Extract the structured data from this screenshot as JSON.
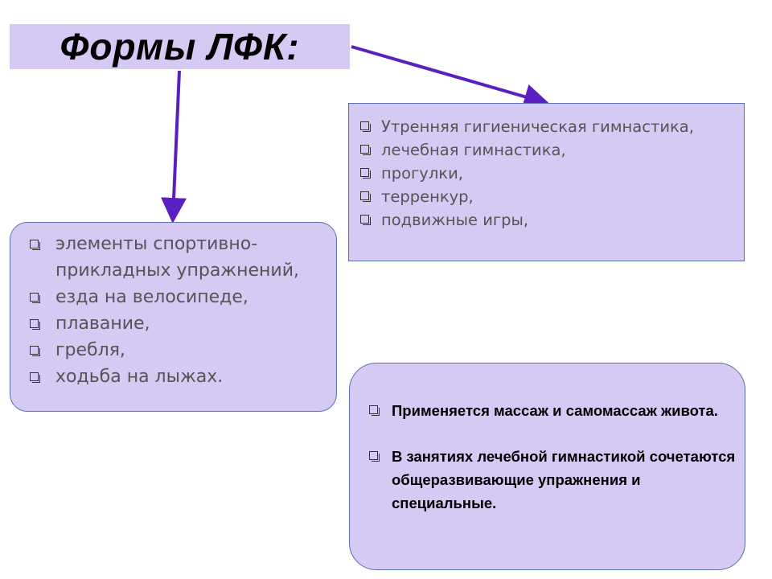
{
  "title": "Формы ЛФК:",
  "box_a": {
    "items": [
      "Утренняя гигиеническая гимнастика,",
      " лечебная гимнастика,",
      "прогулки,",
      "терренкур,",
      "подвижные игры,"
    ]
  },
  "box_b": {
    "items": [
      "элементы спортивно-прикладных упражнений,",
      "езда на велосипеде,",
      " плавание,",
      " гребля,",
      "ходьба на лыжах."
    ]
  },
  "box_c": {
    "items": [
      "Применяется массаж и самомассаж живота.",
      " В занятиях лечебной гимнастикой сочетаются общеразвивающие упражнения и специальные."
    ]
  },
  "colors": {
    "box_fill": "#d6c9f3",
    "arrow": "#5a1fc0",
    "border": "#5b6fa8"
  }
}
